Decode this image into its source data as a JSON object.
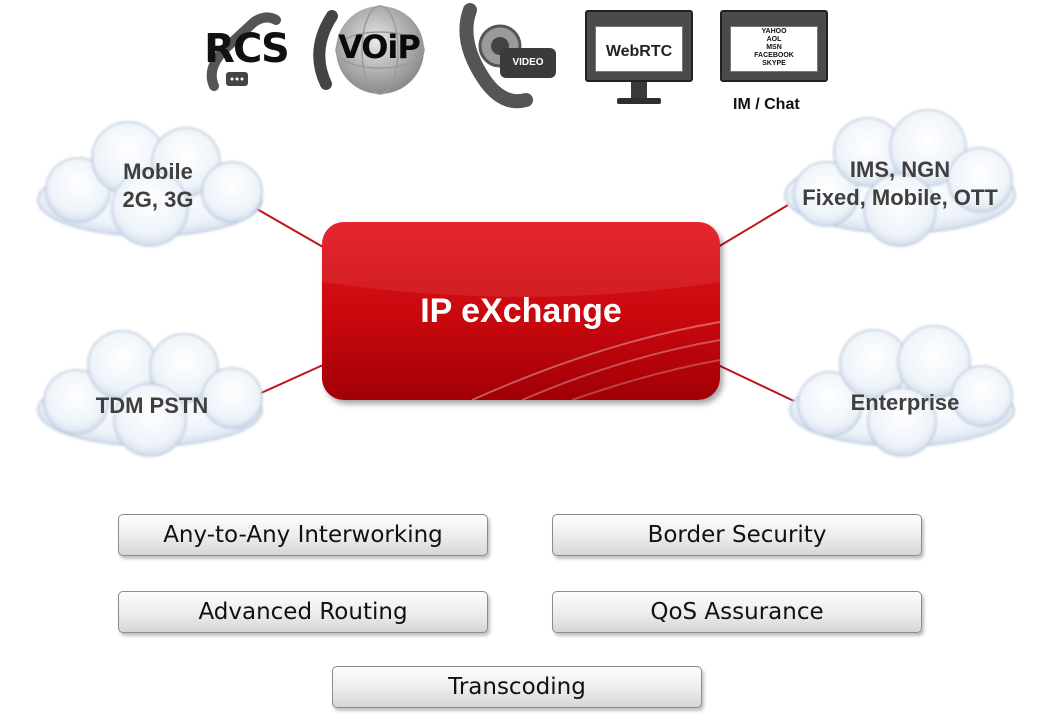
{
  "top_icons": {
    "rcs": {
      "label": "RCS",
      "icon": "rcs-phone-icon"
    },
    "voip": {
      "label": "VOiP",
      "icon": "voip-globe-icon"
    },
    "video": {
      "label": "VIDEO",
      "icon": "video-phone-icon"
    },
    "webrtc": {
      "label": "WebRTC",
      "icon": "monitor-icon"
    },
    "im": {
      "screen_lines": [
        "YAHOO",
        "AOL",
        "MSN",
        "FACEBOOK",
        "SKYPE"
      ],
      "caption": "IM / Chat",
      "icon": "monitor-icon"
    }
  },
  "center": {
    "title": "IP eXchange",
    "color": "#d0080f"
  },
  "clouds": {
    "mobile": [
      "Mobile",
      "2G, 3G"
    ],
    "ims": [
      "IMS, NGN",
      "Fixed, Mobile, OTT"
    ],
    "tdm": [
      "TDM PSTN"
    ],
    "enterprise": [
      "Enterprise"
    ]
  },
  "connector_color": "#c0141c",
  "features": {
    "interworking": "Any-to-Any Interworking",
    "security": "Border Security",
    "routing": "Advanced Routing",
    "qos": "QoS Assurance",
    "transcoding": "Transcoding"
  }
}
